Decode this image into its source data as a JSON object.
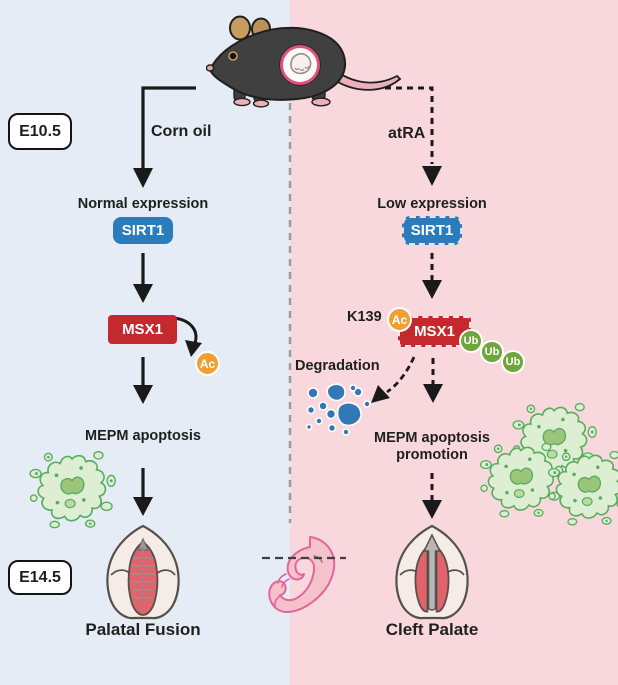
{
  "figure": {
    "title": "SIRT1-MSX1 palatogenesis pathway diagram",
    "stage_labels": {
      "top": "E10.5",
      "bottom": "E14.5"
    },
    "left": {
      "treatment": "Corn oil",
      "expression": "Normal expression",
      "sirt1": "SIRT1",
      "msx1": "MSX1",
      "ac": "Ac",
      "outcome": "MEPM apoptosis",
      "result": "Palatal Fusion"
    },
    "right": {
      "treatment": "atRA",
      "expression": "Low expression",
      "sirt1": "SIRT1",
      "msx1": "MSX1",
      "residue": "K139",
      "ac": "Ac",
      "ub_labels": [
        "Ub",
        "Ub",
        "Ub"
      ],
      "degradation": "Degradation",
      "outcome_line1": "MEPM apoptosis",
      "outcome_line2": "promotion",
      "result": "Cleft Palate"
    },
    "colors": {
      "left_bg": "#e5ecf6",
      "right_bg": "#f9d8dd",
      "sirt1_blue": "#2b7cbd",
      "msx1_red": "#c5292e",
      "ac_orange": "#f0a033",
      "ub_green": "#6fa63c",
      "apoptotic_cell_green": "#57ad5e",
      "degradation_fragment_blue": "#3277b6"
    }
  }
}
